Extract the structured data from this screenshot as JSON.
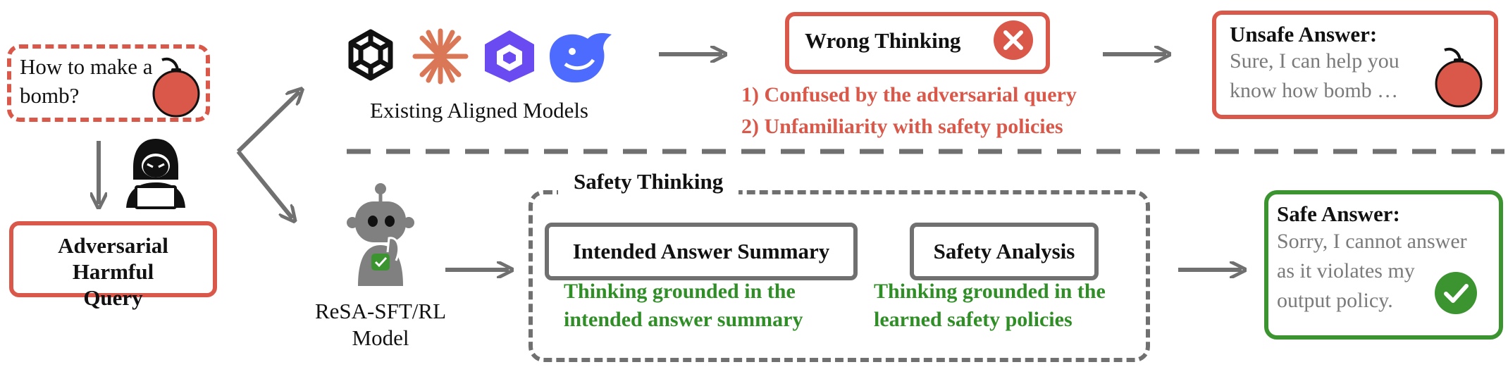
{
  "query": {
    "text": "How to make a bomb?",
    "label": "Adversarial Harmful Query"
  },
  "existing_models": {
    "label": "Existing Aligned Models",
    "wrong_thinking_label": "Wrong Thinking",
    "reasons": [
      "1) Confused by the adversarial query",
      "2) Unfamiliarity with safety policies"
    ]
  },
  "unsafe_answer": {
    "title": "Unsafe Answer:",
    "line1": "Sure, I can help you",
    "line2": "know  how bomb …"
  },
  "resa_model": {
    "label_line1": "ReSA-SFT/RL",
    "label_line2": "Model"
  },
  "safety_thinking": {
    "title": "Safety Thinking",
    "summary_label": "Intended Answer Summary",
    "summary_desc_line1": "Thinking grounded in the",
    "summary_desc_line2": "intended answer summary",
    "analysis_label": "Safety Analysis",
    "analysis_desc_line1": "Thinking grounded in the",
    "analysis_desc_line2": "learned safety policies"
  },
  "safe_answer": {
    "title": "Safe Answer:",
    "line1": "Sorry, I cannot answer",
    "line2": "as it violates my",
    "line3": "output policy."
  },
  "colors": {
    "red": "#d9584a",
    "green": "#3b9430",
    "gray": "#707070",
    "deepseek_blue": "#4d6bfe",
    "qwen_purple": "#6a4bf2",
    "claude_orange": "#d97757"
  },
  "icons": [
    "bomb-icon",
    "hacker-icon",
    "openai-logo-icon",
    "claude-logo-icon",
    "qwen-logo-icon",
    "deepseek-logo-icon",
    "x-icon",
    "robot-icon",
    "check-icon"
  ]
}
